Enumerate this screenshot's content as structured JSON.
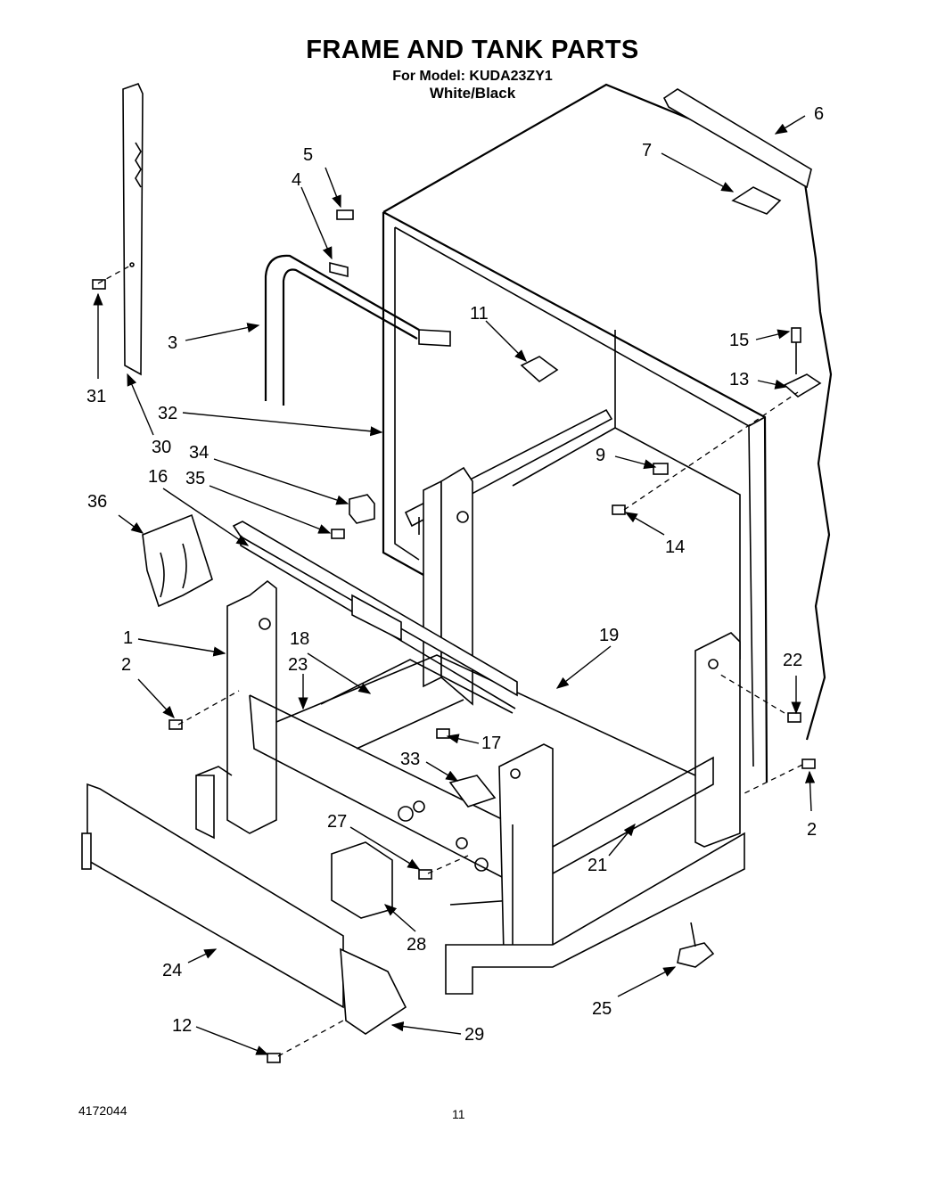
{
  "header": {
    "title": "FRAME AND TANK PARTS",
    "model_line": "For Model: KUDA23ZY1",
    "color_line": "White/Black"
  },
  "callouts": [
    "1",
    "2",
    "2",
    "3",
    "4",
    "5",
    "6",
    "7",
    "9",
    "11",
    "12",
    "13",
    "14",
    "15",
    "16",
    "17",
    "18",
    "19",
    "21",
    "22",
    "23",
    "24",
    "25",
    "27",
    "28",
    "29",
    "30",
    "31",
    "32",
    "33",
    "34",
    "35",
    "36"
  ],
  "footer": {
    "doc_number": "4172044",
    "page_number": "11"
  }
}
